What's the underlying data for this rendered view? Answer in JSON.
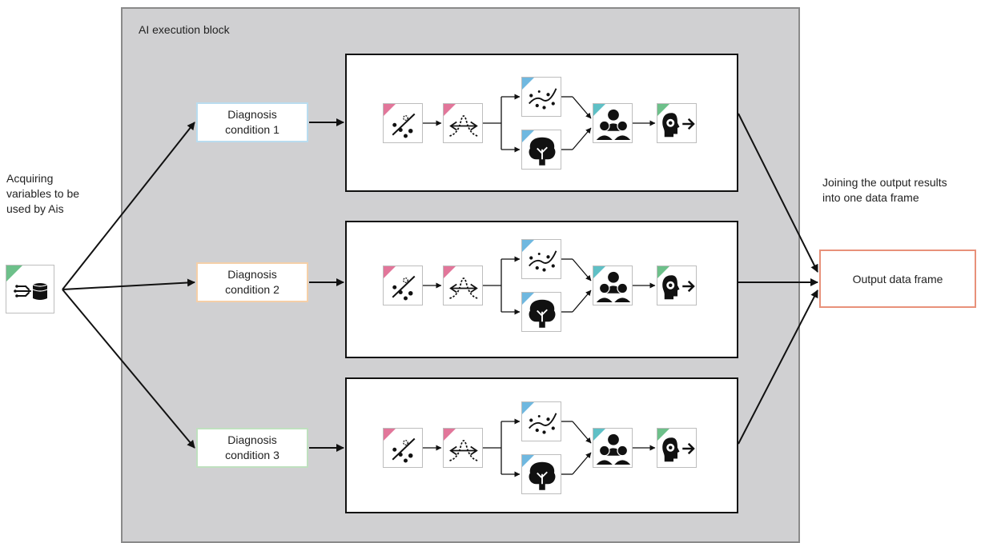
{
  "block": {
    "title": "AI execution block"
  },
  "input": {
    "caption": [
      "Acquiring",
      "variables to be",
      "used by Ais"
    ],
    "icon": "data-source-icon"
  },
  "output": {
    "caption": [
      "Joining the output results",
      "into one data frame"
    ],
    "label": "Output data frame"
  },
  "conditions": [
    {
      "line1": "Diagnosis",
      "line2": "condition 1",
      "color": "#b9dcef"
    },
    {
      "line1": "Diagnosis",
      "line2": "condition 2",
      "color": "#f5cfa8"
    },
    {
      "line1": "Diagnosis",
      "line2": "condition 3",
      "color": "#bfe0bf"
    }
  ],
  "pipeline_icons": [
    "data-split-icon",
    "normalization-icon",
    "regression-icon",
    "decision-tree-icon",
    "ensemble-icon",
    "inference-icon"
  ],
  "colors": {
    "pink": "#e2769a",
    "blue": "#6fb8e0",
    "teal": "#5fc0c6",
    "green": "#6dc08a",
    "output_border": "#e8917a"
  }
}
